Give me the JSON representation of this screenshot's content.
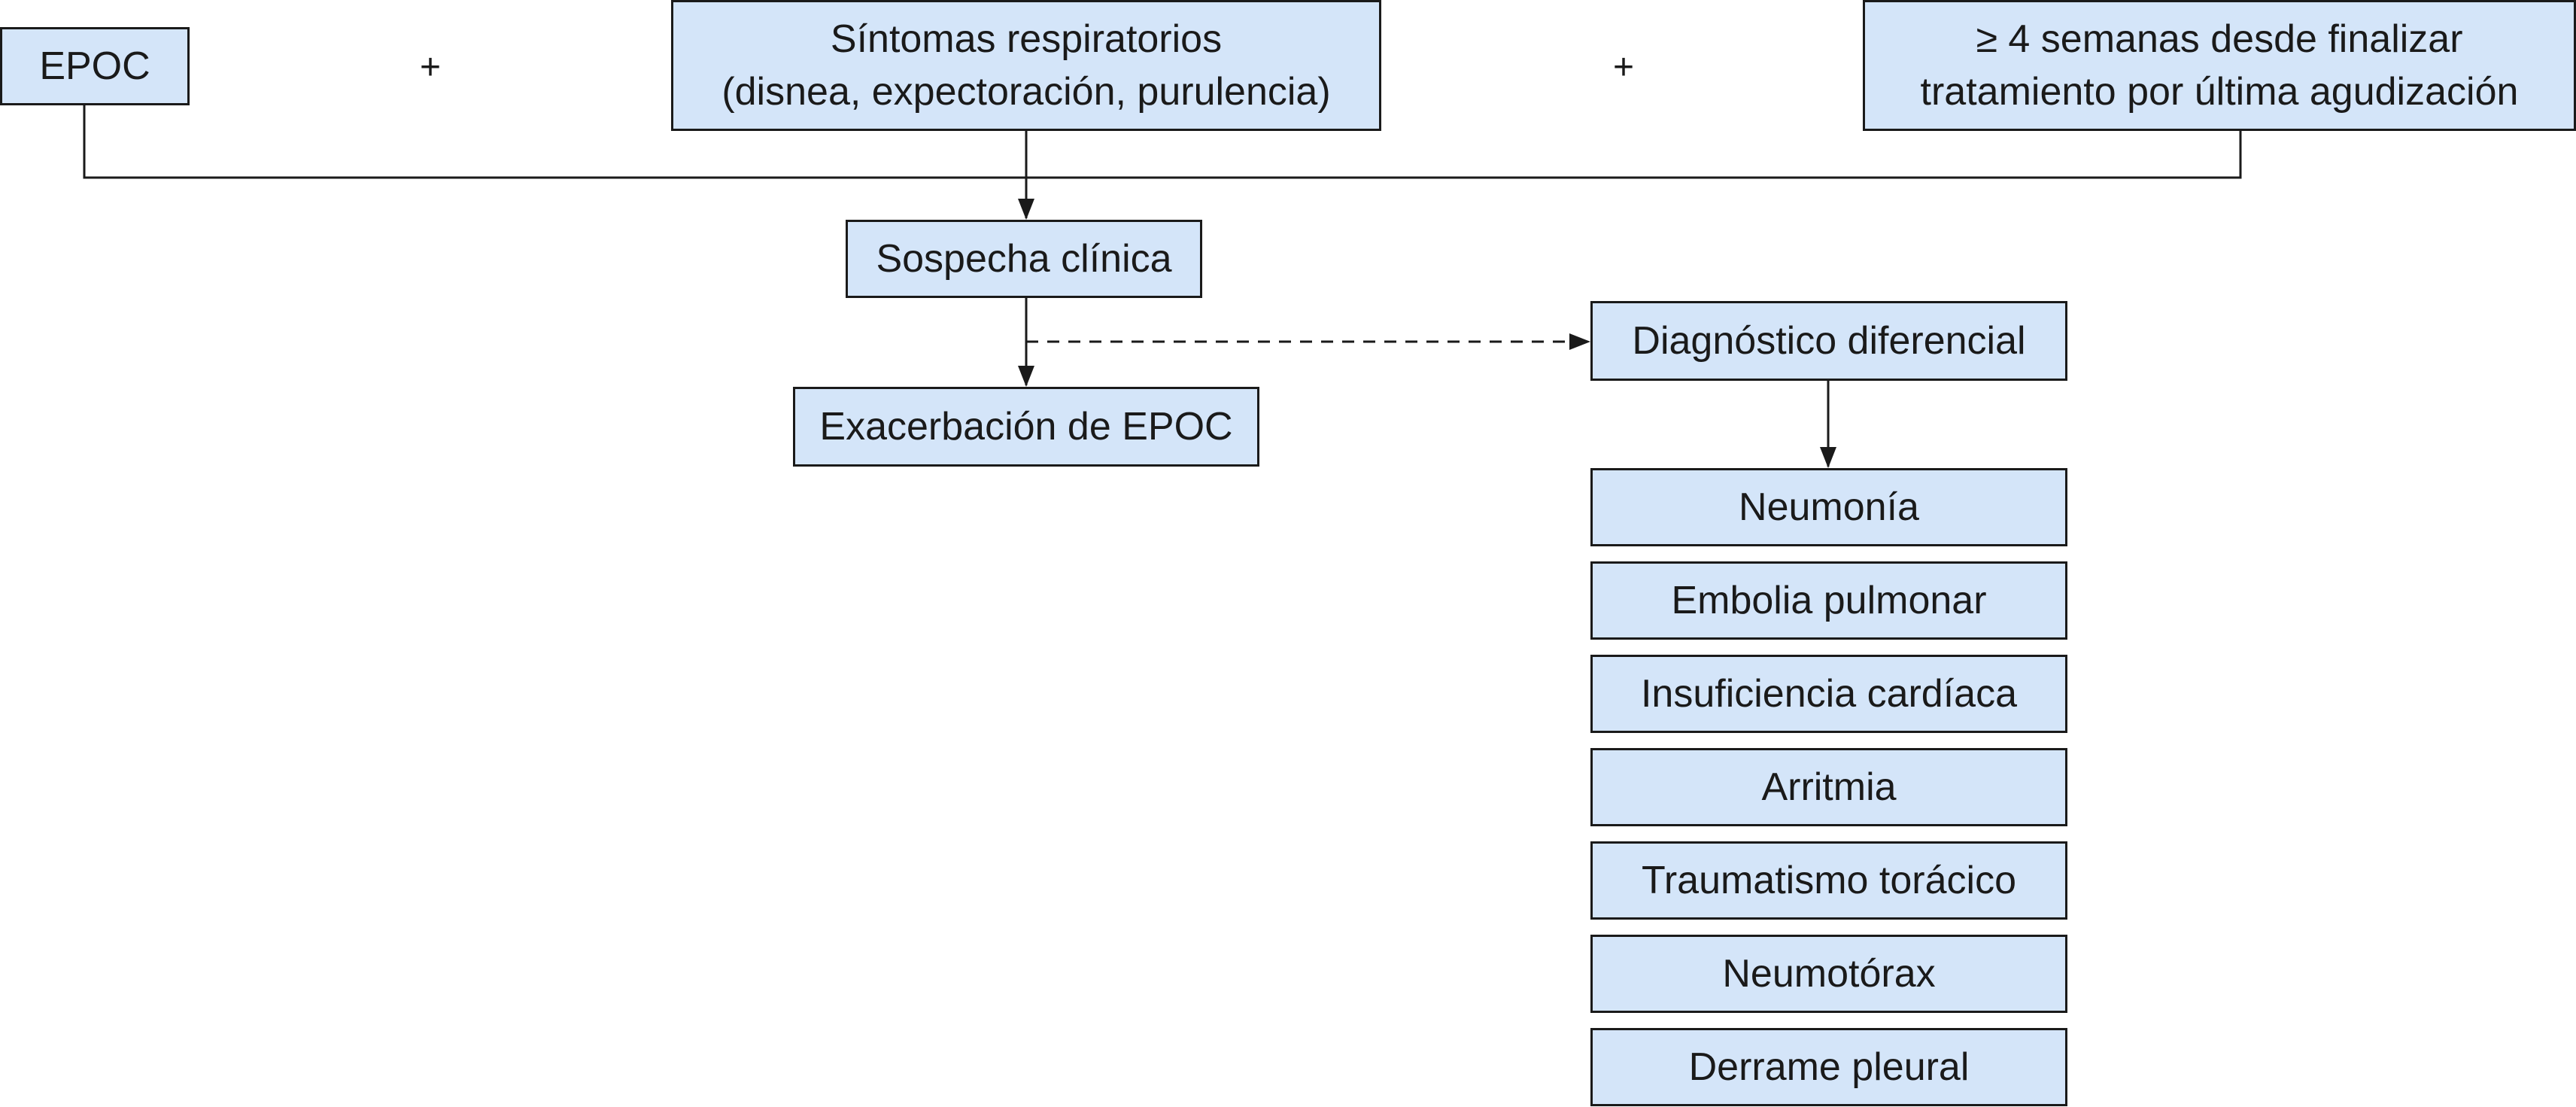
{
  "colors": {
    "box_fill": "#d4e5f9",
    "box_border": "#1a1a1a",
    "line": "#1a1a1a",
    "text": "#1a1a1a"
  },
  "diagram": {
    "inputs": {
      "epoc": "EPOC",
      "plus_1": "+",
      "symptoms_line1": "Síntomas respiratorios",
      "symptoms_line2": "(disnea, expectoración, purulencia)",
      "plus_2": "+",
      "weeks_line1": "≥ 4 semanas desde finalizar",
      "weeks_line2": "tratamiento por última agudización"
    },
    "suspicion": "Sospecha clínica",
    "exacerbation": "Exacerbación de EPOC",
    "differential": "Diagnóstico diferencial",
    "differential_items": [
      "Neumonía",
      "Embolia pulmonar",
      "Insuficiencia cardíaca",
      "Arritmia",
      "Traumatismo torácico",
      "Neumotórax",
      "Derrame pleural"
    ]
  }
}
